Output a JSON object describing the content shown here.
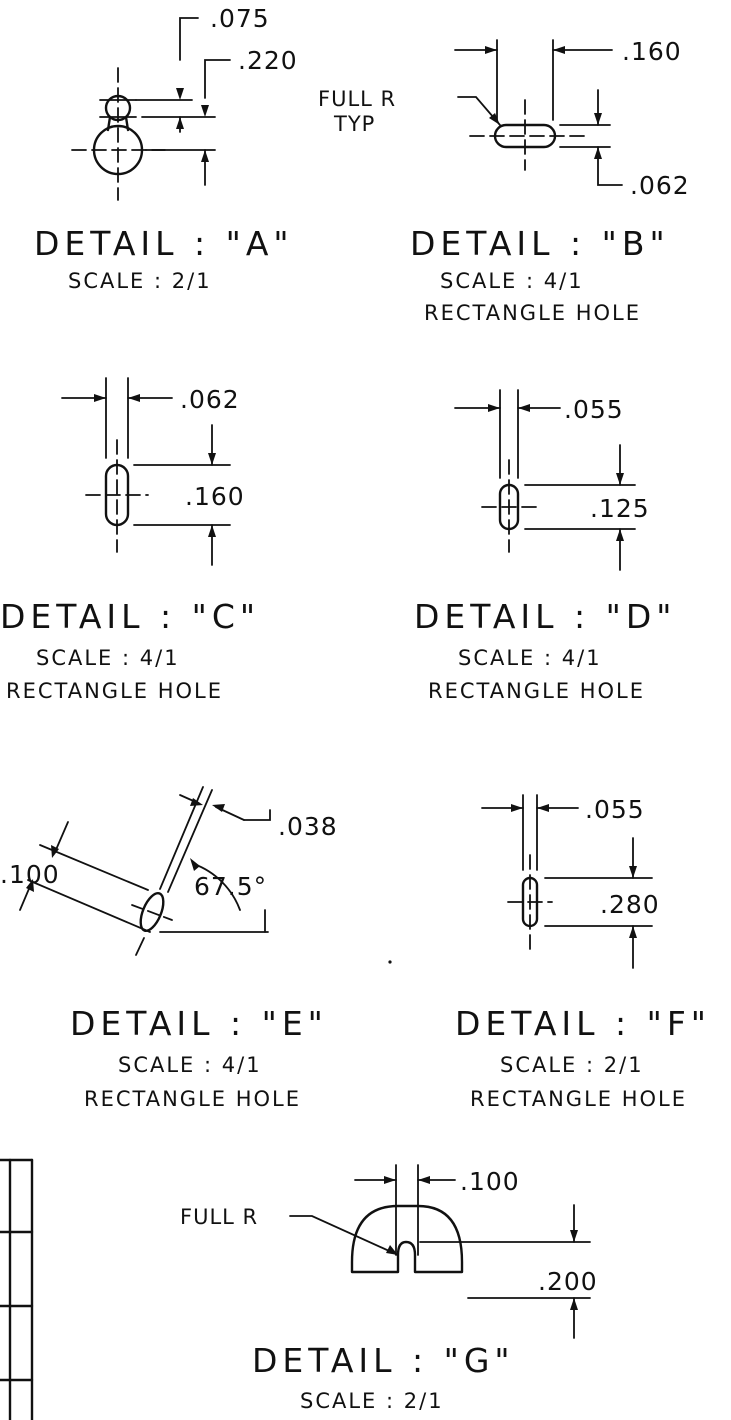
{
  "details": [
    {
      "title": "DETAIL  :  \"A\"",
      "scale": "SCALE : 2/1",
      "dims": [
        ".075",
        ".220"
      ]
    },
    {
      "title": "DETAIL  :  \"B\"",
      "scale": "SCALE : 4/1",
      "note": "RECTANGLE HOLE",
      "label_line1": "FULL R",
      "label_line2": "TYP",
      "dims": [
        ".160",
        ".062"
      ]
    },
    {
      "title": "DETAIL  :  \"C\"",
      "scale": "SCALE : 4/1",
      "note": "RECTANGLE HOLE",
      "dims": [
        ".062",
        ".160"
      ]
    },
    {
      "title": "DETAIL  :  \"D\"",
      "scale": "SCALE : 4/1",
      "note": "RECTANGLE HOLE",
      "dims": [
        ".055",
        ".125"
      ]
    },
    {
      "title": "DETAIL  :  \"E\"",
      "scale": "SCALE : 4/1",
      "note": "RECTANGLE HOLE",
      "dims": [
        ".038",
        ".100",
        "67.5°"
      ]
    },
    {
      "title": "DETAIL  :  \"F\"",
      "scale": "SCALE : 2/1",
      "note": "RECTANGLE HOLE",
      "dims": [
        ".055",
        ".280"
      ]
    },
    {
      "title": "DETAIL  :  \"G\"",
      "scale": "SCALE : 2/1",
      "label_line1": "FULL R",
      "dims": [
        ".100",
        ".200"
      ]
    }
  ]
}
